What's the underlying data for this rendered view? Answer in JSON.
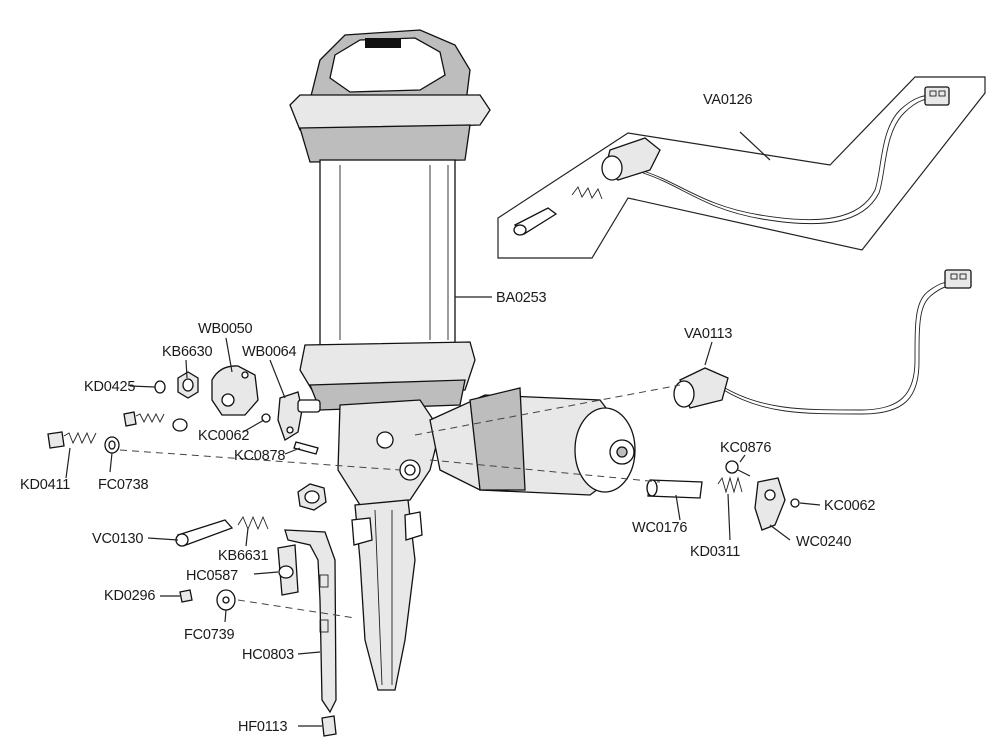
{
  "labels": {
    "va0126": "VA0126",
    "ba0253": "BA0253",
    "va0113": "VA0113",
    "wb0050": "WB0050",
    "kb6630": "KB6630",
    "wb0064": "WB0064",
    "kd0425": "KD0425",
    "kc0062_left": "KC0062",
    "kc0878": "KC0878",
    "kd0411": "KD0411",
    "fc0738": "FC0738",
    "kc0876": "KC0876",
    "kc0062_right": "KC0062",
    "wc0176": "WC0176",
    "wc0240": "WC0240",
    "kd0311": "KD0311",
    "vc0130": "VC0130",
    "kb6631": "KB6631",
    "hc0587": "HC0587",
    "kd0296": "KD0296",
    "fc0739": "FC0739",
    "hc0803": "HC0803",
    "hf0113": "HF0113"
  }
}
